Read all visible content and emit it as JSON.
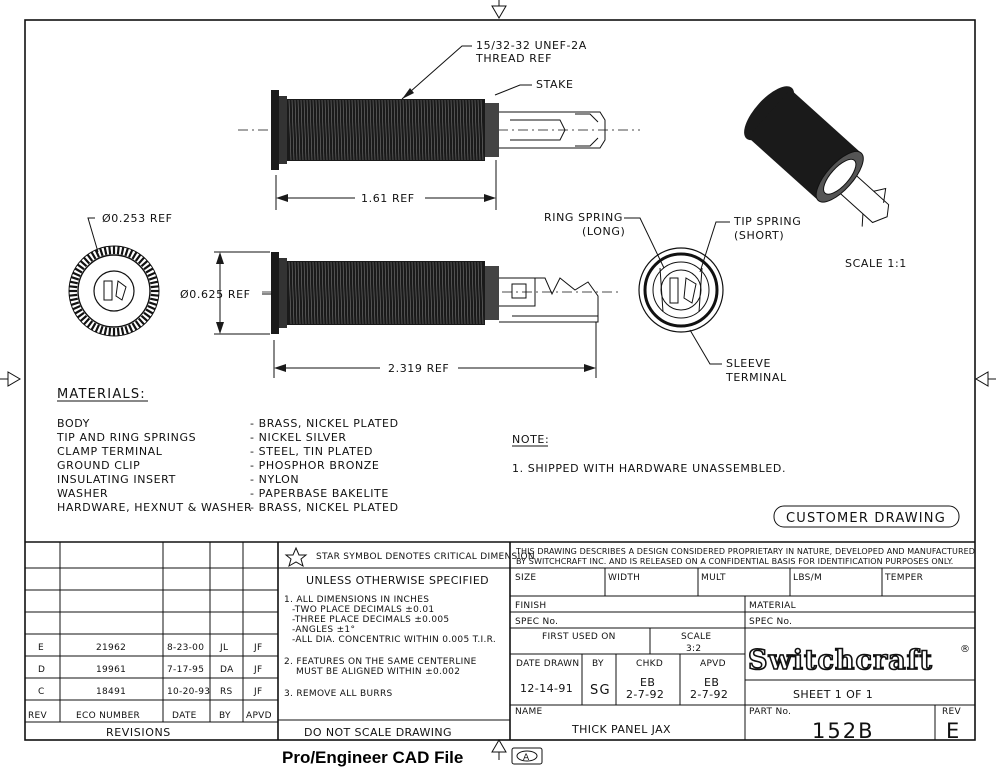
{
  "callouts": {
    "thread_a": "15/32-32 UNEF-2A",
    "thread_b": "THREAD REF",
    "stake": "STAKE",
    "length_161": "1.61 REF",
    "dia_0253": "Ø0.253 REF",
    "dia_0625": "Ø0.625 REF",
    "length_2319": "2.319 REF",
    "ring_spring_a": "RING SPRING",
    "ring_spring_b": "(LONG)",
    "tip_spring_a": "TIP SPRING",
    "tip_spring_b": "(SHORT)",
    "sleeve_a": "SLEEVE",
    "sleeve_b": "TERMINAL",
    "scale_iso": "SCALE  1:1"
  },
  "materials": {
    "heading": "MATERIALS:",
    "rows": [
      {
        "part": "BODY",
        "material": "- BRASS, NICKEL PLATED"
      },
      {
        "part": "TIP AND RING SPRINGS",
        "material": "- NICKEL SILVER"
      },
      {
        "part": "CLAMP TERMINAL",
        "material": "- STEEL, TIN PLATED"
      },
      {
        "part": "GROUND CLIP",
        "material": "- PHOSPHOR BRONZE"
      },
      {
        "part": "INSULATING INSERT",
        "material": "- NYLON"
      },
      {
        "part": "WASHER",
        "material": "- PAPERBASE BAKELITE"
      },
      {
        "part": "HARDWARE, HEXNUT & WASHER",
        "material": "- BRASS, NICKEL PLATED"
      }
    ]
  },
  "note": {
    "heading": "NOTE:",
    "line1": "1. SHIPPED WITH HARDWARE UNASSEMBLED."
  },
  "customer_drawing": "CUSTOMER DRAWING",
  "revisions": {
    "rows": [
      {
        "rev": "E",
        "eco": "21962",
        "date": "8-23-00",
        "by": "JL",
        "apvd": "JF"
      },
      {
        "rev": "D",
        "eco": "19961",
        "date": "7-17-95",
        "by": "DA",
        "apvd": "JF"
      },
      {
        "rev": "C",
        "eco": "18491",
        "date": "10-20-93",
        "by": "RS",
        "apvd": "JF"
      }
    ],
    "headers": {
      "rev": "REV",
      "eco": "ECO NUMBER",
      "date": "DATE",
      "by": "BY",
      "apvd": "APVD"
    },
    "title": "REVISIONS"
  },
  "spec": {
    "star_note": "STAR SYMBOL DENOTES CRITICAL DIMENSION",
    "unless": "UNLESS OTHERWISE SPECIFIED",
    "l1": "1. ALL DIMENSIONS IN INCHES",
    "l2": "-TWO PLACE DECIMALS     ±0.01",
    "l3": "-THREE PLACE DECIMALS   ±0.005",
    "l4": "-ANGLES                 ±1°",
    "l5": "-ALL DIA. CONCENTRIC WITHIN 0.005 T.I.R.",
    "l6": "2. FEATURES ON THE SAME CENTERLINE",
    "l7": "MUST BE ALIGNED WITHIN ±0.002",
    "l8": "3. REMOVE ALL BURRS",
    "no_scale": "DO NOT SCALE DRAWING"
  },
  "title_block": {
    "proprietary1": "THIS DRAWING DESCRIBES A DESIGN CONSIDERED PROPRIETARY IN NATURE, DEVELOPED AND MANUFACTURED",
    "proprietary2": "BY SWITCHCRAFT INC. AND IS RELEASED ON A CONFIDENTIAL BASIS FOR IDENTIFICATION PURPOSES ONLY.",
    "size": "SIZE",
    "width": "WIDTH",
    "mult": "MULT",
    "lbs": "LBS/M",
    "temper": "TEMPER",
    "finish": "FINISH",
    "spec_no": "SPEC No.",
    "material": "MATERIAL",
    "spec_no2": "SPEC No.",
    "first_used": "FIRST USED ON",
    "scale_label": "SCALE",
    "scale_value": "3:2",
    "date_drawn": "DATE DRAWN",
    "by": "BY",
    "chkd": "CHKD",
    "apvd": "APVD",
    "date_drawn_v": "12-14-91",
    "by_v": "SG",
    "chkd_v1": "EB",
    "chkd_v2": "2-7-92",
    "apvd_v1": "EB",
    "apvd_v2": "2-7-92",
    "logo": "Switchcraft",
    "sheet": "SHEET    1    OF    1",
    "name_label": "NAME",
    "name_value": "THICK PANEL JAX",
    "part_label": "PART No.",
    "part_value": "152B",
    "rev_label": "REV",
    "rev_value": "E"
  },
  "zone_marker": "A",
  "caption": "Pro/Engineer CAD File"
}
